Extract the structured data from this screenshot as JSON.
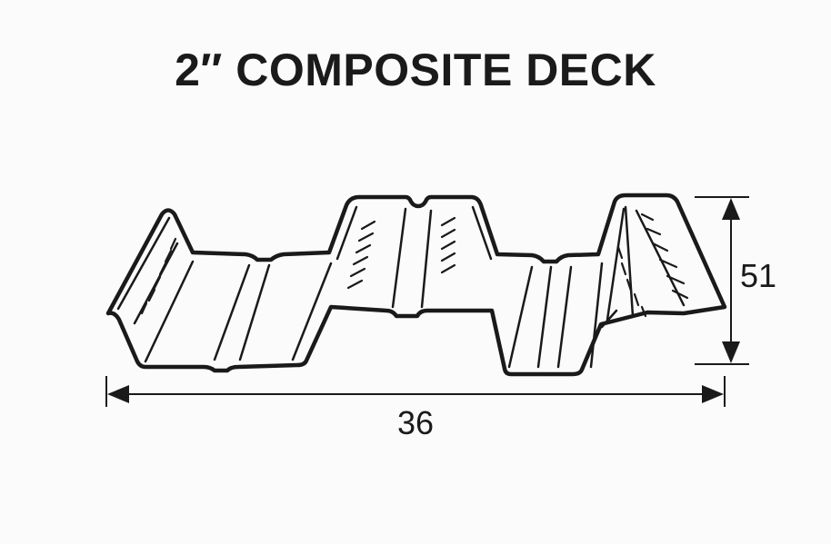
{
  "title": "2″ COMPOSITE DECK",
  "dimensions": {
    "width_label": "36",
    "height_label": "51"
  },
  "colors": {
    "background": "#fbfbfb",
    "stroke": "#1a1a1a"
  }
}
